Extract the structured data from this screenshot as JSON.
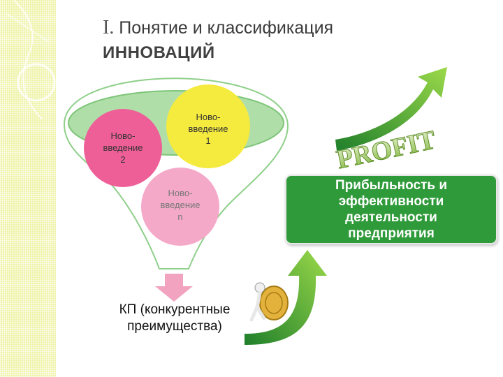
{
  "title": {
    "roman": "I.",
    "line1": " Понятие и классификация",
    "line2": "ИННОВАЦИЙ"
  },
  "circles": {
    "c1": "Ново-\nвведение\n1",
    "c2": "Ново-\nвведение\n2",
    "cn": "Ново-\nвведение\nn"
  },
  "result_box": "Прибыльность и\nэффективности\nдеятельности\nпредприятия",
  "advantages": "КП (конкурентные\nпреимущества)",
  "profit_image": {
    "text": "PROFIT",
    "icon": "rising-arrow-icon"
  },
  "colors": {
    "stripe": "#eef3a6",
    "funnel_green": "#8fcf8a",
    "circle_pink": "#ee5f98",
    "circle_yellow": "#f5ea3e",
    "circle_light_pink": "#f5a9c8",
    "arrow_green": "#2e9a3d",
    "result_box": "#2f9a39",
    "down_arrow": "#f2a3bf"
  }
}
